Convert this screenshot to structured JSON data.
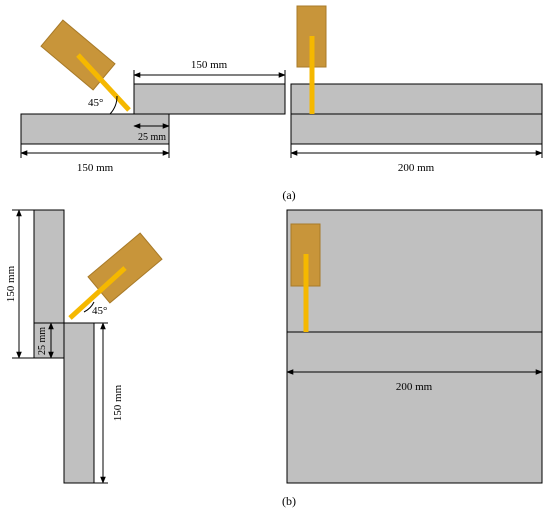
{
  "panel_a": {
    "caption": "(a)",
    "dim_top_overlap_plate": "150 mm",
    "dim_bottom_plate": "150 mm",
    "dim_overlap": "25 mm",
    "angle": "45°",
    "dim_width": "200 mm"
  },
  "panel_b": {
    "caption": "(b)",
    "dim_upper_plate": "150 mm",
    "dim_overlap": "25 mm",
    "dim_lower_plate": "150 mm",
    "angle": "45°",
    "dim_width": "200 mm"
  },
  "colors": {
    "plate": "#c0c0c0",
    "torch": "#c8953a",
    "wire": "#f5b800"
  }
}
